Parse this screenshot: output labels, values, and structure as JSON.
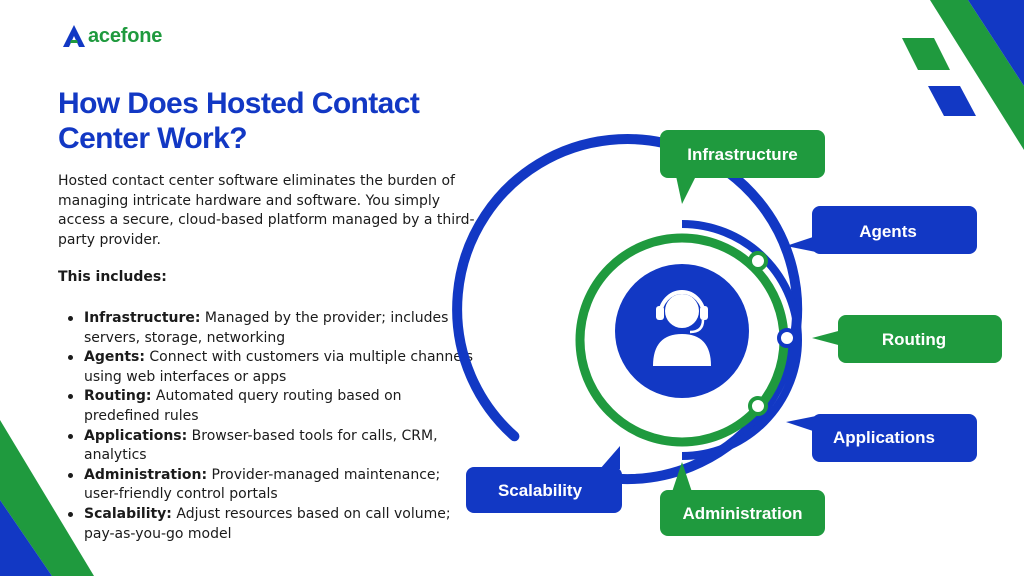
{
  "brand": {
    "name": "acefone",
    "colors": {
      "green": "#1f9a3e",
      "blue": "#1238c4"
    }
  },
  "title": "How Does Hosted Contact Center Work?",
  "intro": "Hosted contact center software eliminates the burden of managing intricate hardware and software. You simply access a secure, cloud-based platform managed by a third-party provider.",
  "includes_label": "This includes:",
  "bullets": [
    {
      "term": "Infrastructure:",
      "text": " Managed by the provider; includes servers, storage, networking"
    },
    {
      "term": "Agents:",
      "text": " Connect with customers via multiple channels using web interfaces or apps"
    },
    {
      "term": "Routing:",
      "text": " Automated query routing based on predefined rules"
    },
    {
      "term": "Applications:",
      "text": " Browser-based tools for calls, CRM, analytics"
    },
    {
      "term": "Administration:",
      "text": " Provider-managed maintenance; user-friendly control portals"
    },
    {
      "term": "Scalability:",
      "text": " Adjust resources based on call volume; pay-as-you-go model"
    }
  ],
  "diagram": {
    "center_icon": "headset-agent-icon",
    "labels": {
      "infrastructure": "Infrastructure",
      "agents": "Agents",
      "routing": "Routing",
      "applications": "Applications",
      "scalability": "Scalability",
      "administration": "Administration"
    }
  }
}
